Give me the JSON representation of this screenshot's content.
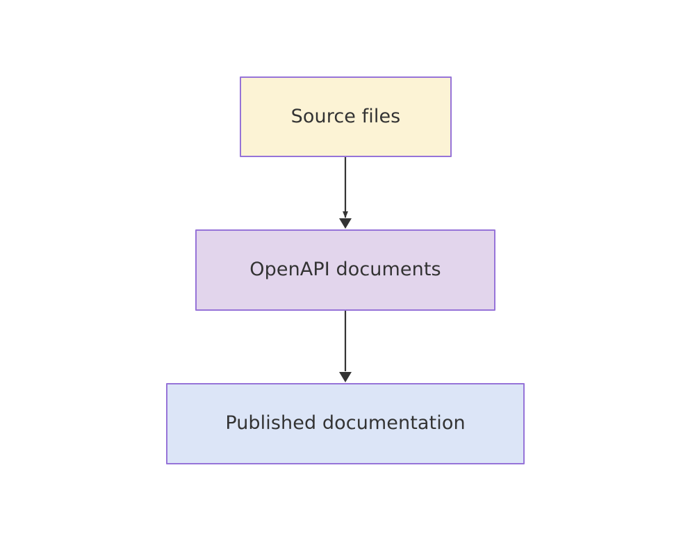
{
  "diagram": {
    "type": "flowchart",
    "direction": "top-to-bottom",
    "background_color": "#ffffff",
    "nodes": [
      {
        "id": "source-files",
        "label": "Source files",
        "fill_color": "#fcf3d5",
        "border_color": "#9673d8",
        "text_color": "#333333"
      },
      {
        "id": "openapi-documents",
        "label": "OpenAPI documents",
        "fill_color": "#e2d5ec",
        "border_color": "#9673d8",
        "text_color": "#333333"
      },
      {
        "id": "published-documentation",
        "label": "Published documentation",
        "fill_color": "#dce5f7",
        "border_color": "#9673d8",
        "text_color": "#333333"
      }
    ],
    "edges": [
      {
        "id": "edge-source-to-openapi",
        "from": "source-files",
        "to": "openapi-documents",
        "label": "",
        "stroke_color": "#333333",
        "arrowhead": "filled-triangle"
      },
      {
        "id": "edge-openapi-to-published",
        "from": "openapi-documents",
        "to": "published-documentation",
        "label": "",
        "stroke_color": "#333333",
        "arrowhead": "filled-triangle"
      }
    ]
  }
}
